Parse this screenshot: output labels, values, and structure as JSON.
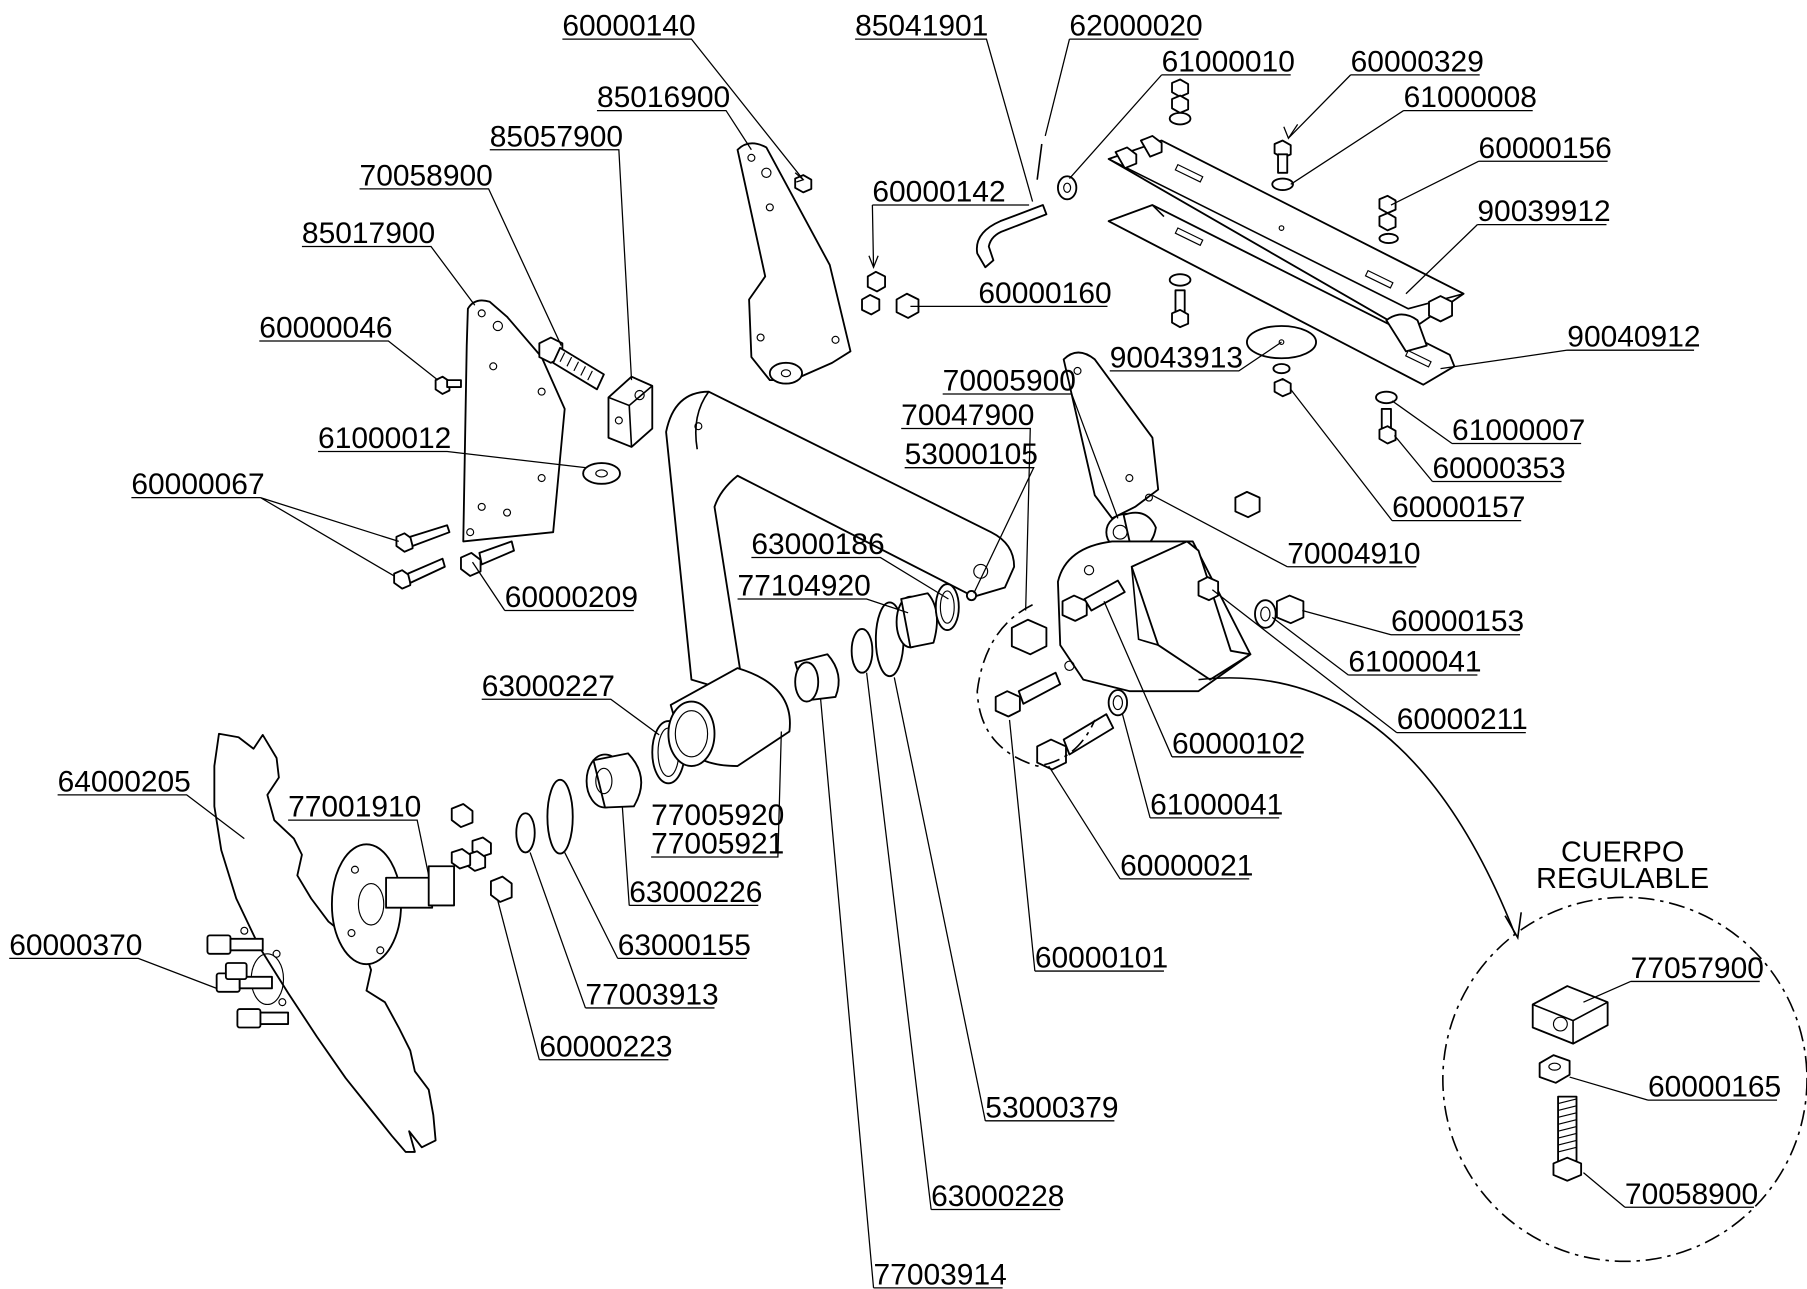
{
  "labels": {
    "p60000140": "60000140",
    "p85041901": "85041901",
    "p62000020": "62000020",
    "p61000010": "61000010",
    "p60000329": "60000329",
    "p61000008": "61000008",
    "p85016900": "85016900",
    "p60000156": "60000156",
    "p85057900": "85057900",
    "p90039912": "90039912",
    "p70058900_top": "70058900",
    "p60000142": "60000142",
    "p85017900": "85017900",
    "p60000160": "60000160",
    "p60000046": "60000046",
    "p90040912": "90040912",
    "p90043913": "90043913",
    "p70005900": "70005900",
    "p61000007": "61000007",
    "p70047900": "70047900",
    "p61000012": "61000012",
    "p60000353": "60000353",
    "p53000105": "53000105",
    "p60000067": "60000067",
    "p60000157": "60000157",
    "p63000186": "63000186",
    "p70004910": "70004910",
    "p60000209": "60000209",
    "p77104920": "77104920",
    "p60000153": "60000153",
    "p61000041_a": "61000041",
    "p63000227": "63000227",
    "p60000211": "60000211",
    "p64000205": "64000205",
    "p60000102": "60000102",
    "p77005920": "77005920",
    "p77005921": "77005921",
    "p77001910": "77001910",
    "p61000041_b": "61000041",
    "p63000226": "63000226",
    "p60000021": "60000021",
    "p60000370": "60000370",
    "p63000155": "63000155",
    "p60000101": "60000101",
    "p77003913": "77003913",
    "p60000223": "60000223",
    "p53000379": "53000379",
    "p63000228": "63000228",
    "p77003914": "77003914",
    "p77057900": "77057900",
    "p60000165": "60000165",
    "p70058900_det": "70058900"
  },
  "detail": {
    "title_line1": "CUERPO",
    "title_line2": "REGULABLE"
  }
}
